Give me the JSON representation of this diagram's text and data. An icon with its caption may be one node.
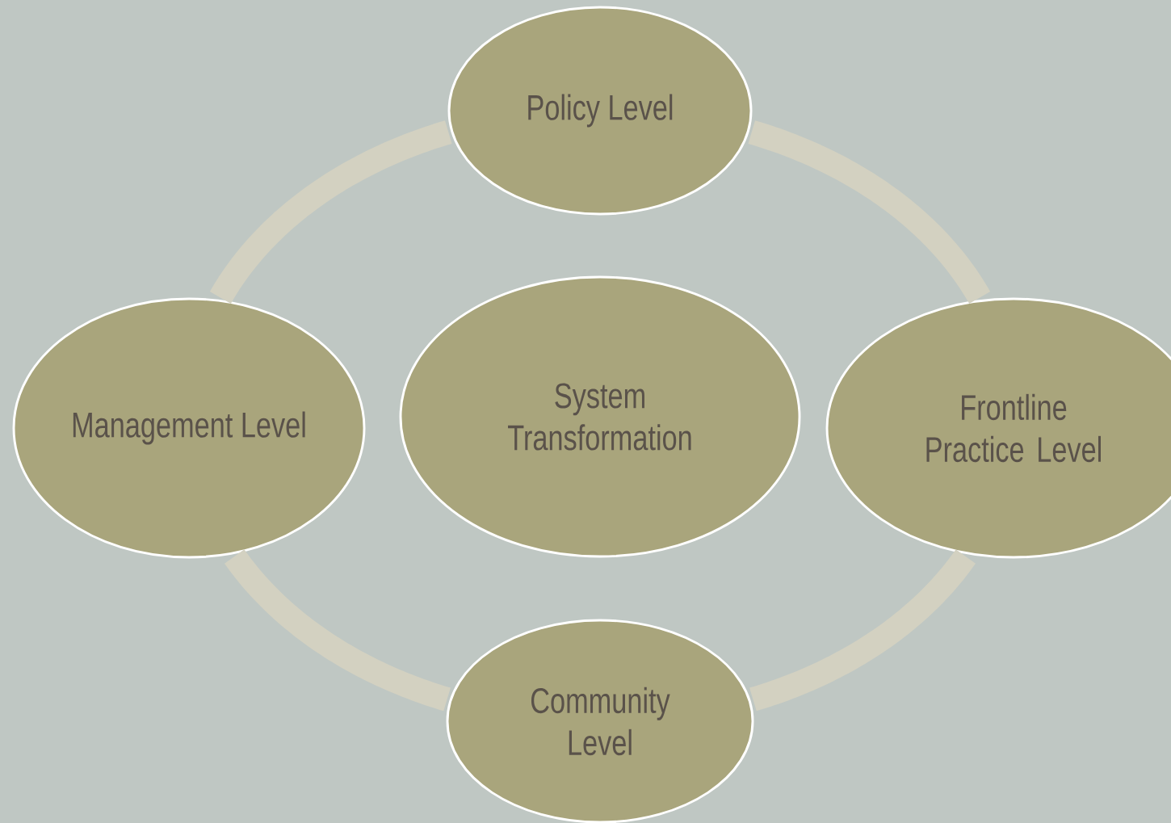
{
  "diagram": {
    "nodes": [
      {
        "text": [
          "Policy Level"
        ]
      },
      {
        "text": [
          "Management Level"
        ]
      },
      {
        "text": [
          "System Transformation"
        ]
      },
      {
        "text": [
          "Frontline Practice Level"
        ]
      },
      {
        "text": [
          "Community Level"
        ]
      }
    ],
    "edges": [
      {
        "from": 0,
        "to": 3,
        "arrow": "none"
      },
      {
        "from": 3,
        "to": 4,
        "arrow": "none"
      },
      {
        "from": 4,
        "to": 1,
        "arrow": "none"
      },
      {
        "from": 1,
        "to": 0,
        "arrow": "none"
      }
    ]
  }
}
